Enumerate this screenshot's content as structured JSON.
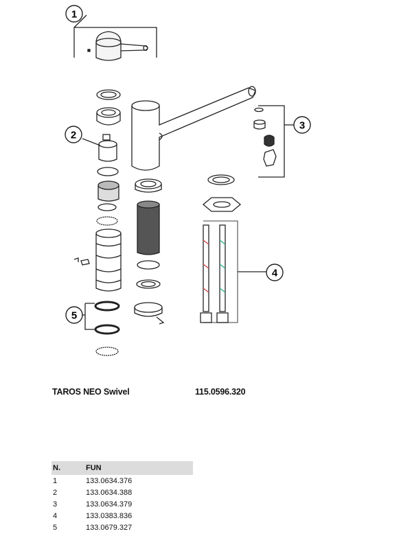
{
  "product": {
    "name": "TAROS NEO Swivel",
    "code": "115.0596.320"
  },
  "table": {
    "headers": [
      "N.",
      "FUN"
    ],
    "rows": [
      {
        "n": "1",
        "code": "133.0634.376"
      },
      {
        "n": "2",
        "code": "133.0634.388"
      },
      {
        "n": "3",
        "code": "133.0634.379"
      },
      {
        "n": "4",
        "code": "133.0383.836"
      },
      {
        "n": "5",
        "code": "133.0679.327"
      }
    ]
  },
  "callouts": [
    "1",
    "2",
    "3",
    "4",
    "5"
  ]
}
